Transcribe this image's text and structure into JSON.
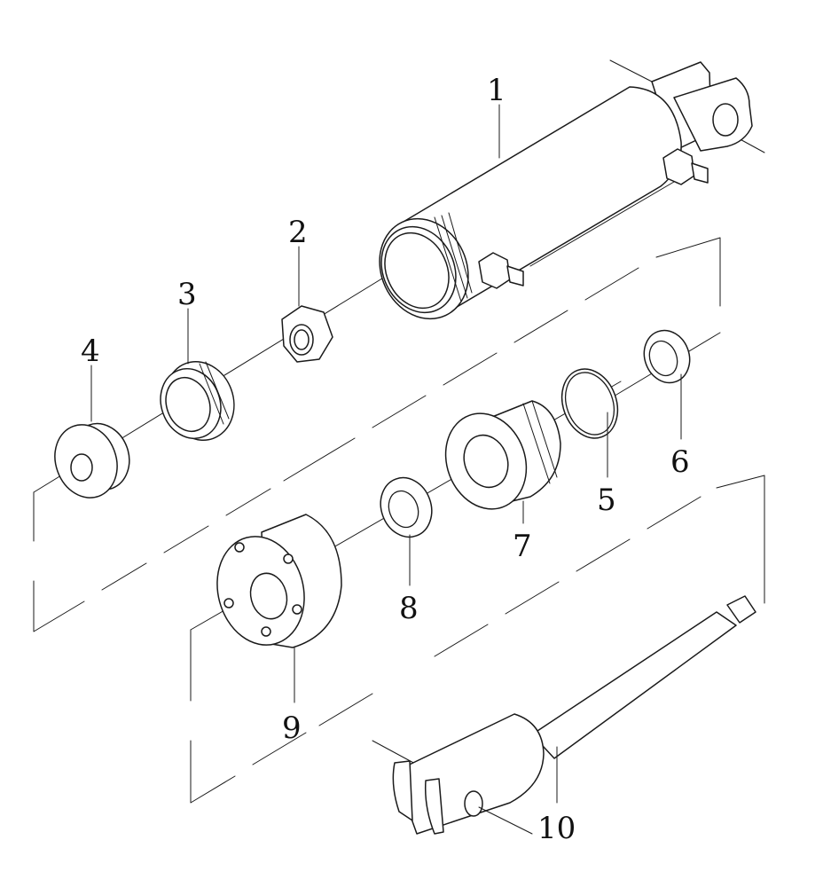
{
  "parts": [
    {
      "label": "1"
    },
    {
      "label": "2"
    },
    {
      "label": "3"
    },
    {
      "label": "4"
    },
    {
      "label": "5"
    },
    {
      "label": "6"
    },
    {
      "label": "7"
    },
    {
      "label": "8"
    },
    {
      "label": "9"
    },
    {
      "label": "10"
    }
  ]
}
